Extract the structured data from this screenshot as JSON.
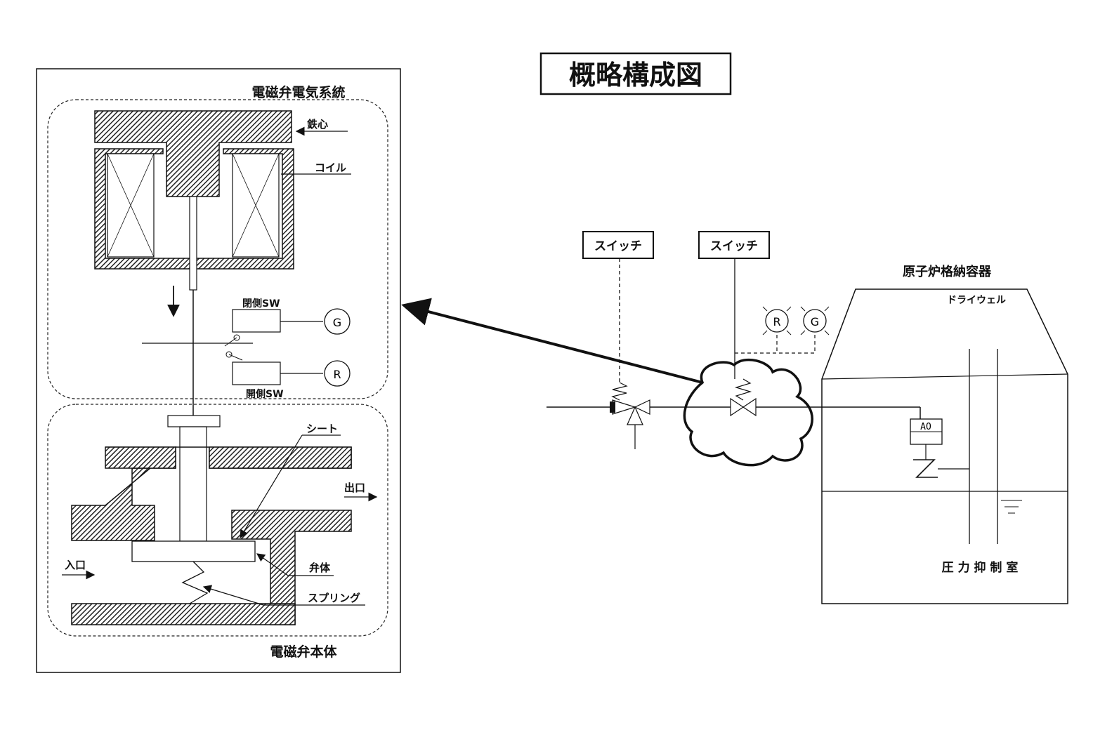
{
  "title": "概略構成図",
  "solenoid_detail": {
    "electrical_section_label": "電磁弁電気系統",
    "body_section_label": "電磁弁本体",
    "core_label": "鉄心",
    "coil_label": "コイル",
    "closed_sw_top_label": "閉側SW",
    "open_sw_bottom_label": "開側SW",
    "lamp_g": "G",
    "lamp_r": "R",
    "seat_label": "シート",
    "outlet_label": "出口",
    "inlet_label": "入口",
    "valve_body_label": "弁体",
    "spring_label": "スプリング"
  },
  "system": {
    "switch_1_label": "スイッチ",
    "switch_2_label": "スイッチ",
    "indicator_r": "R",
    "indicator_g": "G",
    "containment_label": "原子炉格納容器",
    "drywell_label": "ドライウェル",
    "ao_valve_label": "AO",
    "suppression_chamber_label": "圧 力 抑 制 室"
  },
  "colors": {
    "ink": "#111111",
    "hatch": "#555555",
    "background": "#ffffff"
  }
}
